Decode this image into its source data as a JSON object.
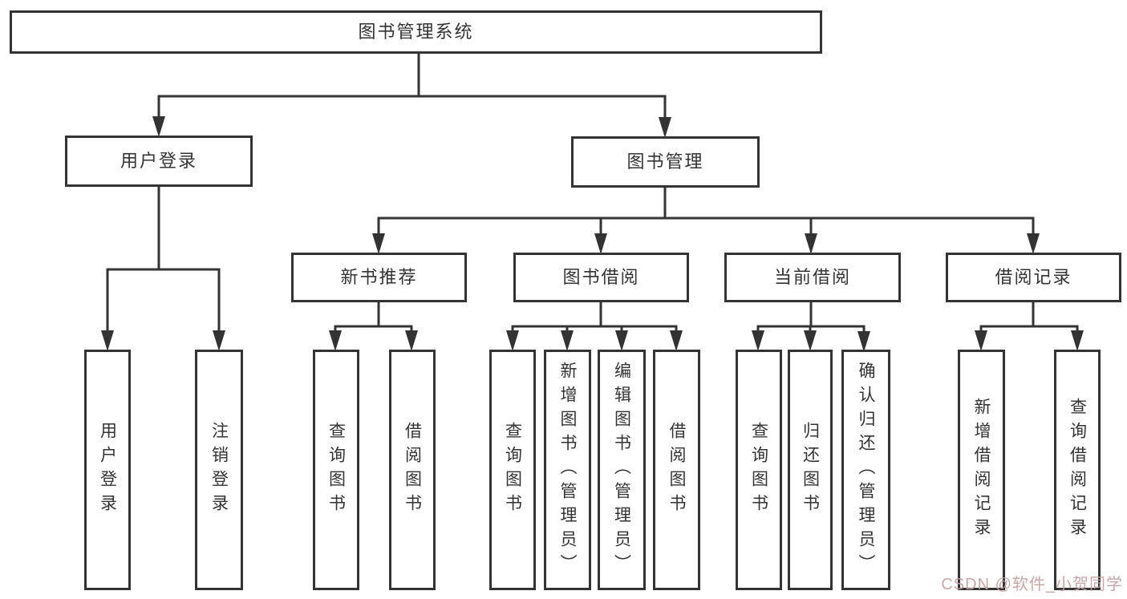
{
  "diagram_title": "图书管理系统",
  "nodes": {
    "root": {
      "label": "图书管理系统"
    },
    "user_login": {
      "label": "用户登录"
    },
    "book_mgmt": {
      "label": "图书管理"
    },
    "new_book_rec": {
      "label": "新书推荐"
    },
    "book_borrow": {
      "label": "图书借阅"
    },
    "current_borrow": {
      "label": "当前借阅"
    },
    "borrow_records": {
      "label": "借阅记录"
    },
    "leaf_user_login": {
      "label": "用户登录"
    },
    "leaf_logout": {
      "label": "注销登录"
    },
    "leaf_rec_query": {
      "label": "查询图书"
    },
    "leaf_rec_borrow": {
      "label": "借阅图书"
    },
    "leaf_bb_query": {
      "label": "查询图书"
    },
    "leaf_bb_add": {
      "label": "新增图书（管理员）"
    },
    "leaf_bb_edit": {
      "label": "编辑图书（管理员）"
    },
    "leaf_bb_borrow": {
      "label": "借阅图书"
    },
    "leaf_cb_query": {
      "label": "查询图书"
    },
    "leaf_cb_return": {
      "label": "归还图书"
    },
    "leaf_cb_confirm": {
      "label": "确认归还（管理员）"
    },
    "leaf_br_add": {
      "label": "新增借阅记录"
    },
    "leaf_br_query": {
      "label": "查询借阅记录"
    }
  },
  "structure": {
    "图书管理系统": {
      "用户登录": [
        "用户登录",
        "注销登录"
      ],
      "图书管理": {
        "新书推荐": [
          "查询图书",
          "借阅图书"
        ],
        "图书借阅": [
          "查询图书",
          "新增图书（管理员）",
          "编辑图书（管理员）",
          "借阅图书"
        ],
        "当前借阅": [
          "查询图书",
          "归还图书",
          "确认归还（管理员）"
        ],
        "借阅记录": [
          "新增借阅记录",
          "查询借阅记录"
        ]
      }
    }
  },
  "watermark": {
    "text": "CSDN @软件_小贺同学"
  },
  "colors": {
    "line": "#333333",
    "border": "#333333",
    "text": "#333333",
    "box_background": "#ffffff",
    "page_background": "#ffffff",
    "watermark": "#c1a0a0"
  }
}
